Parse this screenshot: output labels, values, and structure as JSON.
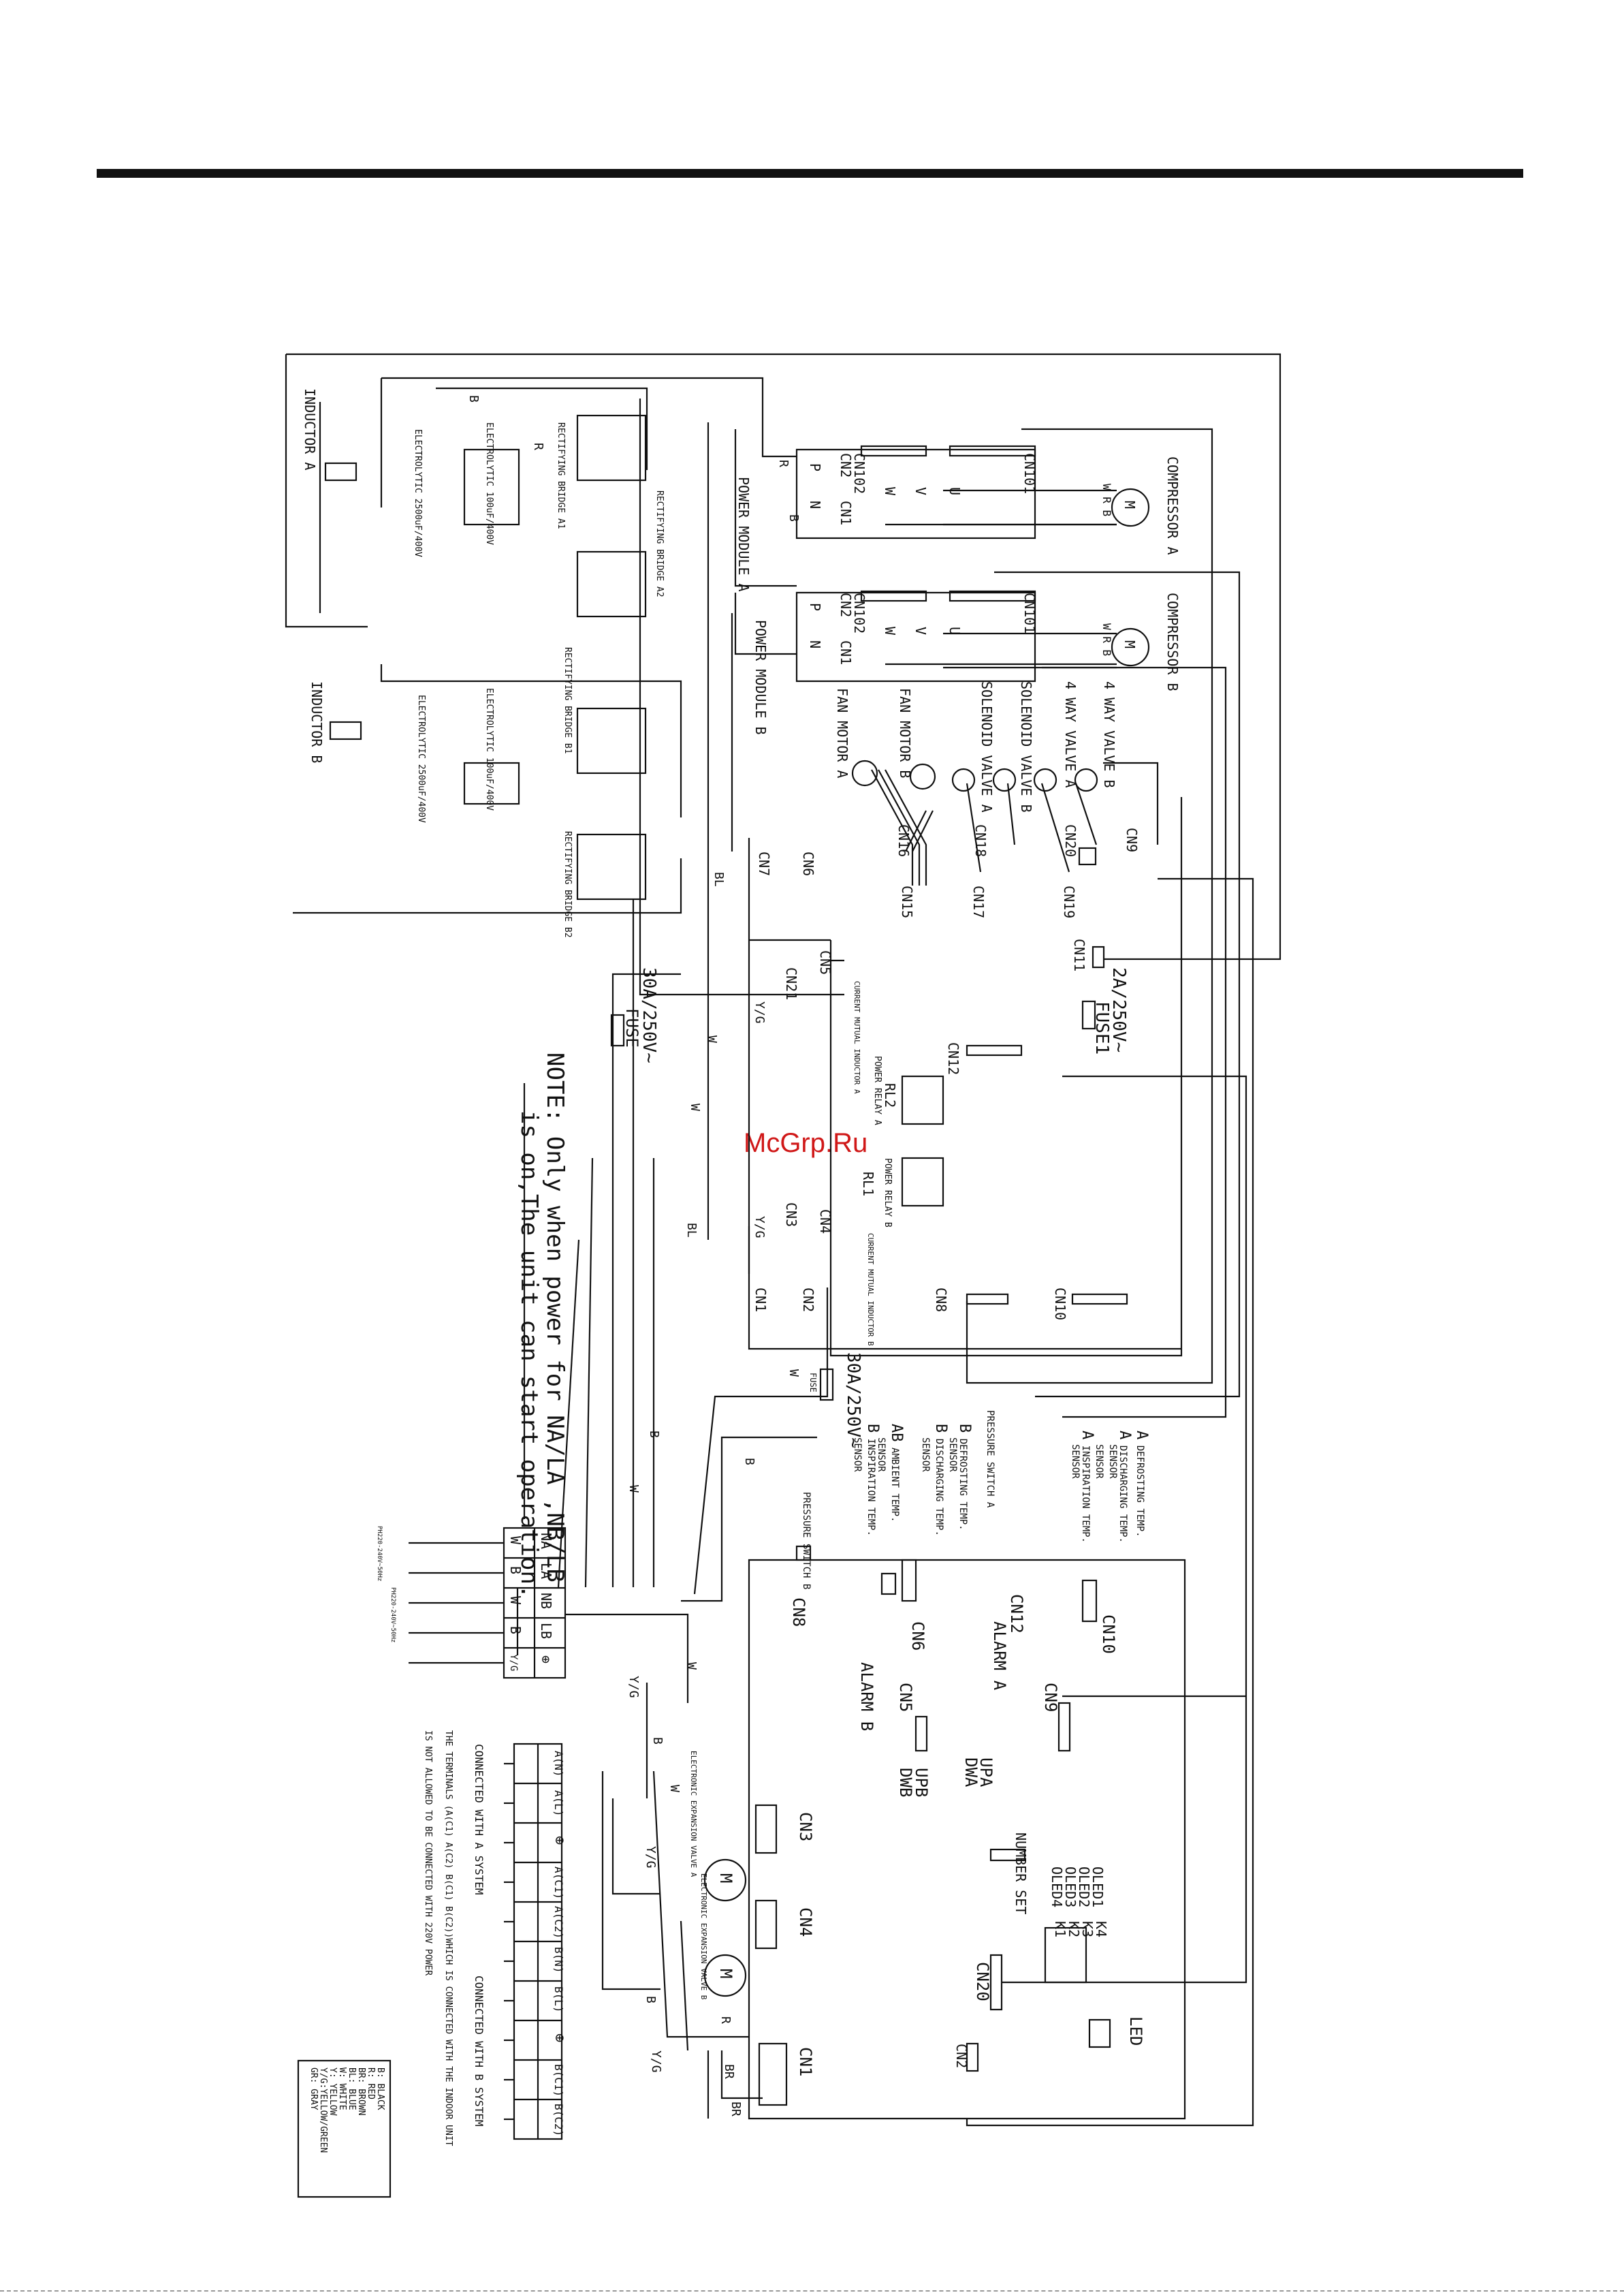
{
  "watermark": "McGrp.Ru",
  "note": {
    "line1": "NOTE: Only when power for NA/LA ,NB/LB",
    "line2": "is on,The unit can start operation."
  },
  "power_modules": [
    {
      "name": "POWER MODULE A",
      "compressor": "COMPRESSOR A",
      "connectors": [
        "CN101",
        "CN102",
        "CN2",
        "CN1"
      ]
    },
    {
      "name": "POWER MODULE B",
      "compressor": "COMPRESSOR B",
      "connectors": [
        "CN101",
        "CN102",
        "CN2",
        "CN1"
      ]
    }
  ],
  "inductors": [
    "INDUCTOR A",
    "INDUCTOR B"
  ],
  "capacitors": {
    "big_a": "ELECTROLYTIC 2500uF/400V",
    "small_a": "ELECTROLYTIC 100uF/400V",
    "big_b": "ELECTROLYTIC 2500uF/400V",
    "small_b": "ELECTROLYTIC 100uF/400V"
  },
  "bridges": [
    "RECTIFYING BRIDGE A1",
    "RECTIFYING BRIDGE A2",
    "RECTIFYING BRIDGE B1",
    "RECTIFYING BRIDGE B2"
  ],
  "module_pins": {
    "u": "U",
    "v": "V",
    "w": "W",
    "p": "P",
    "n": "N"
  },
  "motor_pins": "W R B",
  "motor_symbol": "M",
  "actuators": [
    "FAN MOTOR A",
    "FAN MOTOR B",
    "SOLENOID VALVE A",
    "SOLENOID VALVE B",
    "4 WAY VALVE A",
    "4 WAY VALVE B"
  ],
  "connectors": {
    "cn15": "CN15",
    "cn16": "CN16",
    "cn17": "CN17",
    "cn18": "CN18",
    "cn19": "CN19",
    "cn20": "CN20",
    "cn9": "CN9",
    "cn11": "CN11",
    "cn7": "CN7",
    "cn6": "CN6",
    "cn5": "CN5",
    "cn21": "CN21",
    "cn12": "CN12",
    "cn3": "CN3",
    "cn4": "CN4",
    "cn1": "CN1",
    "cn2": "CN2",
    "cn8": "CN8",
    "cn10": "CN10"
  },
  "fuse_small": {
    "rating": "2A/250V~",
    "label": "FUSE1"
  },
  "fuse_big_a": {
    "rating": "30A/250V~",
    "label": "FUSE"
  },
  "fuse_big_b": {
    "rating": "30A/250V~",
    "label": "FUSE"
  },
  "current_mutual_a": "CURRENT MUTUAL INDUCTOR A",
  "current_mutual_b": "CURRENT MUTUAL INDUCTOR B",
  "relays": [
    {
      "name": "POWER RELAY A",
      "id": "RL2"
    },
    {
      "name": "POWER RELAY B",
      "id": "RL1"
    }
  ],
  "sensors": [
    {
      "prefix": "A",
      "text": "DEFROSTING TEMP.",
      "sub": "SENSOR"
    },
    {
      "prefix": "A",
      "text": "DISCHARGING TEMP.",
      "sub": "SENSOR"
    },
    {
      "prefix": "A",
      "text": "INSPIRATION TEMP.",
      "sub": "SENSOR"
    },
    {
      "prefix": "",
      "text": "PRESSURE SWITCH A",
      "sub": ""
    },
    {
      "prefix": "B",
      "text": "DEFROSTING TEMP.",
      "sub": "SENSOR"
    },
    {
      "prefix": "B",
      "text": "DISCHARGING TEMP.",
      "sub": "SENSOR"
    },
    {
      "prefix": "AB",
      "text": "AMBIENT TEMP.",
      "sub": "SENSOR"
    },
    {
      "prefix": "B",
      "text": "INSPIRATION TEMP.",
      "sub": "SENSOR"
    },
    {
      "prefix": "",
      "text": "PRESSURE SWITCH B",
      "sub": ""
    }
  ],
  "sensor_color": "#2ec02e",
  "board": {
    "cn8": "CN8",
    "cn6": "CN6",
    "cn12": "CN12",
    "cn10": "CN10",
    "cn9": "CN9",
    "cn5": "CN5",
    "alarm_a": "ALARM A",
    "alarm_b": "ALARM B",
    "upa": "UPA",
    "dwa": "DWA",
    "upb": "UPB",
    "dwb": "DWB",
    "number_set": "NUMBER SET",
    "oleds": [
      "OLED1",
      "OLED2",
      "OLED3",
      "OLED4"
    ],
    "keys": [
      "K4",
      "K3",
      "K2",
      "K1"
    ],
    "cn20": "CN20",
    "led": "LED",
    "cn2": "CN2",
    "cn3": "CN3",
    "cn4": "CN4",
    "cn1": "CN1",
    "eev_a": "ELECTRONIC EXPANSION VALVE A",
    "eev_b": "ELECTRONIC EXPANSION VALVE B"
  },
  "power_terminal": {
    "top": [
      "NA",
      "LA",
      "NB",
      "LB",
      "⊕"
    ],
    "bottom": [
      "W",
      "B",
      "W",
      "B",
      "Y/G"
    ],
    "supply_a": "PH220-240V~50Hz",
    "supply_b": "PH220-240V~50Hz"
  },
  "signal_terminal": {
    "cells": [
      "A(N)",
      "A(L)",
      "⊕",
      "A(C1)",
      "A(C2)",
      "B(N)",
      "B(L)",
      "⊕",
      "B(C1)",
      "B(C2)"
    ],
    "connected_a": "CONNECTED WITH A SYSTEM",
    "connected_b": "CONNECTED WITH B SYSTEM",
    "warning1": "THE TERMINALS (A(C1) A(C2) B(C1) B(C2))WHICH IS CONNECTED WITH THE INDOOR UNIT",
    "warning2": "IS NOT ALLOWED TO BE CONNECTED WITH 220V POWER"
  },
  "legend": [
    "B: BLACK",
    "R: RED",
    "BR: BROWN",
    "BL: BLUE",
    "W: WHITE",
    "Y: YELLOW",
    "Y/G:YELLOW/GREEN",
    "GR: GRAY"
  ],
  "wire_codes": {
    "b": "B",
    "r": "R",
    "w": "W",
    "bl": "BL",
    "yg": "Y/G",
    "br": "BR"
  }
}
